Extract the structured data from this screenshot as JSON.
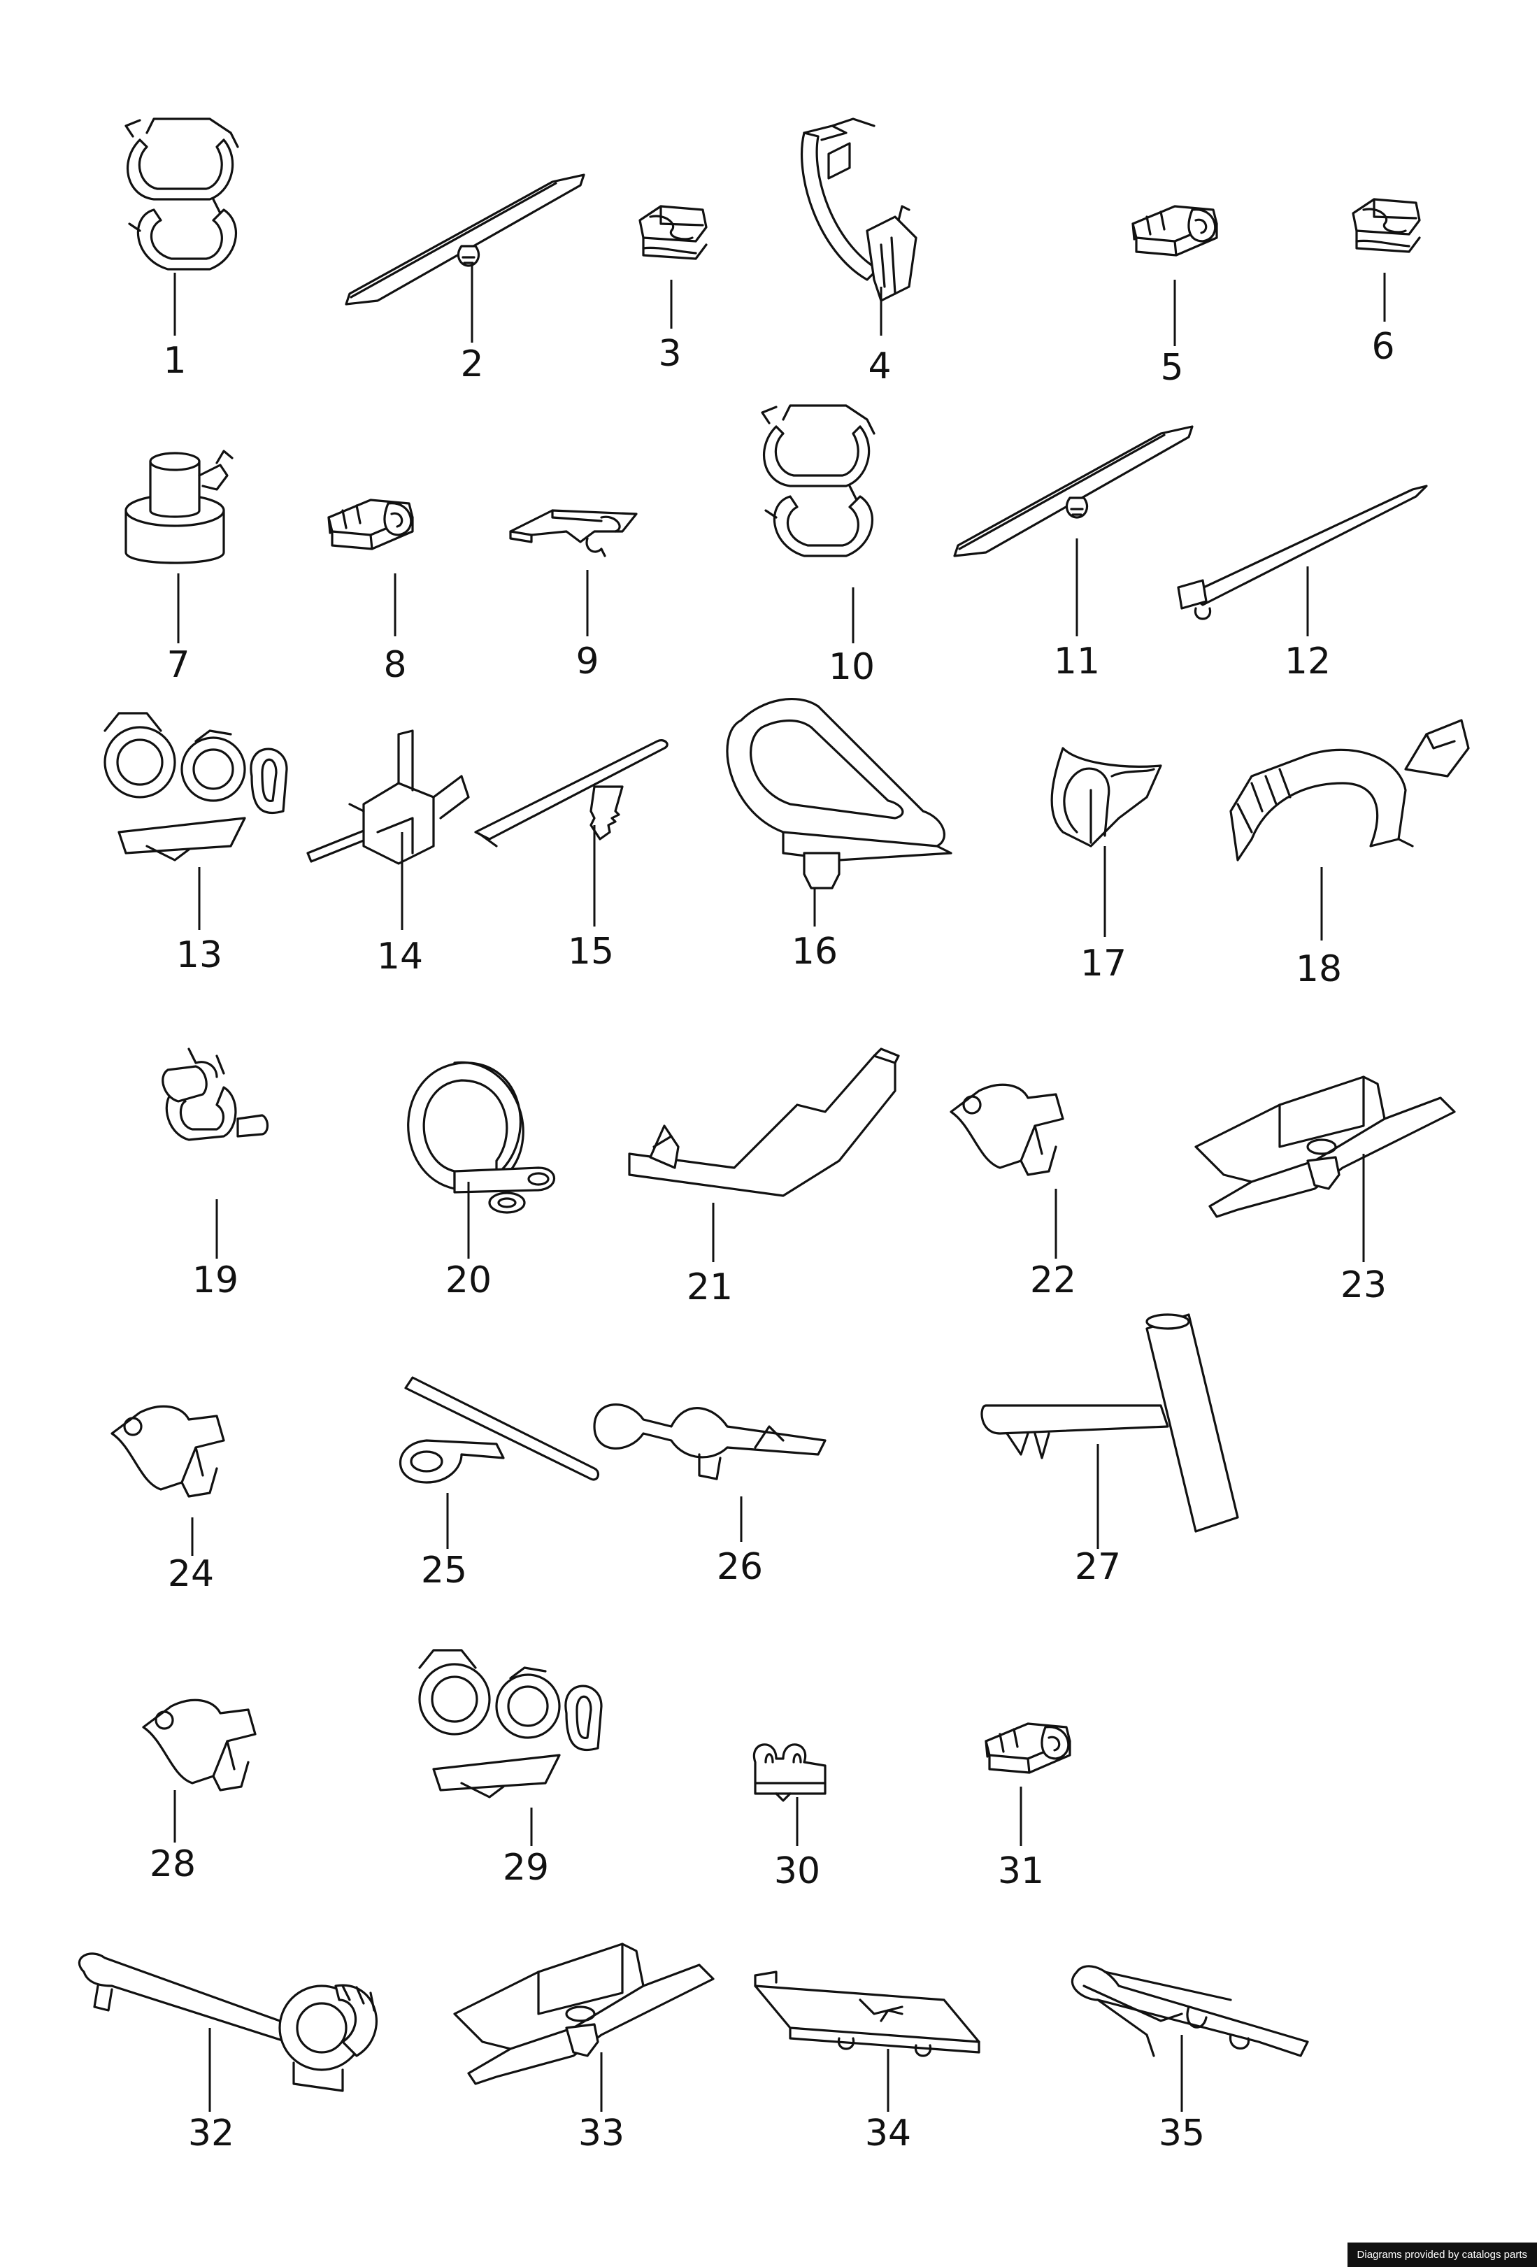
{
  "diagram": {
    "parts": [
      {
        "number": "1",
        "icon": "double-hose-clamp"
      },
      {
        "number": "2",
        "icon": "cable-tie-strip"
      },
      {
        "number": "3",
        "icon": "spring-nut-clip"
      },
      {
        "number": "4",
        "icon": "open-cable-holder"
      },
      {
        "number": "5",
        "icon": "pipe-clip"
      },
      {
        "number": "6",
        "icon": "spring-nut-clip"
      },
      {
        "number": "7",
        "icon": "grommet-clip"
      },
      {
        "number": "8",
        "icon": "pipe-clip"
      },
      {
        "number": "9",
        "icon": "spring-clip"
      },
      {
        "number": "10",
        "icon": "double-hose-clamp"
      },
      {
        "number": "11",
        "icon": "cable-tie-strip"
      },
      {
        "number": "12",
        "icon": "cable-tie"
      },
      {
        "number": "13",
        "icon": "multi-pipe-clip"
      },
      {
        "number": "14",
        "icon": "bracket-clip"
      },
      {
        "number": "15",
        "icon": "strip-with-screw"
      },
      {
        "number": "16",
        "icon": "cable-guide"
      },
      {
        "number": "17",
        "icon": "channel-clip"
      },
      {
        "number": "18",
        "icon": "hose-clamp"
      },
      {
        "number": "19",
        "icon": "pipe-clip-pin"
      },
      {
        "number": "20",
        "icon": "p-clamp"
      },
      {
        "number": "21",
        "icon": "bracket"
      },
      {
        "number": "22",
        "icon": "clip"
      },
      {
        "number": "23",
        "icon": "holder"
      },
      {
        "number": "24",
        "icon": "clip"
      },
      {
        "number": "25",
        "icon": "strip-eyelet"
      },
      {
        "number": "26",
        "icon": "wave-clip"
      },
      {
        "number": "27",
        "icon": "tube-holder"
      },
      {
        "number": "28",
        "icon": "clip"
      },
      {
        "number": "29",
        "icon": "multi-pipe-clip"
      },
      {
        "number": "30",
        "icon": "small-pipe-clip"
      },
      {
        "number": "31",
        "icon": "pipe-clip"
      },
      {
        "number": "32",
        "icon": "pipe-clip-arm"
      },
      {
        "number": "33",
        "icon": "holder"
      },
      {
        "number": "34",
        "icon": "plate-clip"
      },
      {
        "number": "35",
        "icon": "rail-clip"
      }
    ]
  },
  "credit": "Diagrams provided by catalogs parts"
}
